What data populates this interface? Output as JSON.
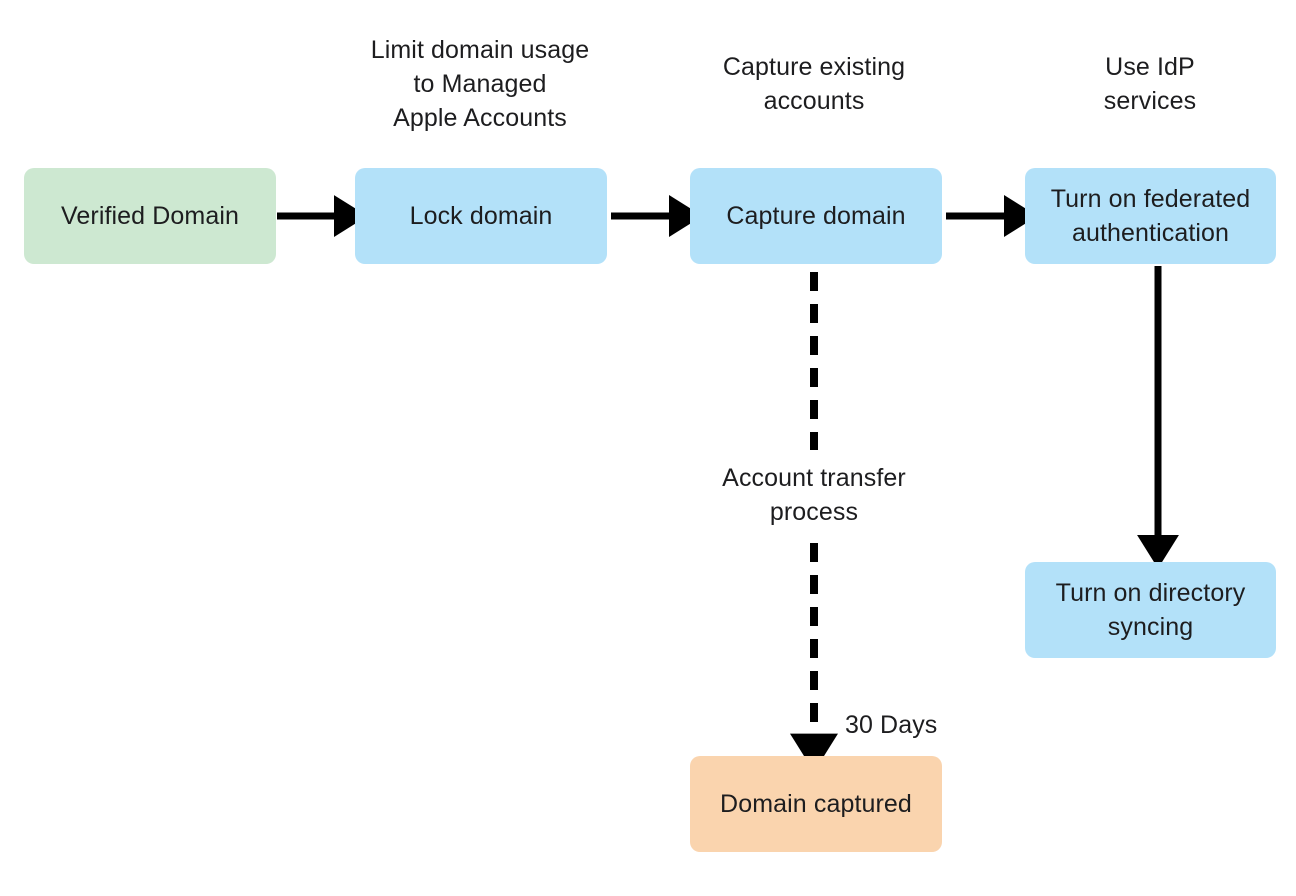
{
  "diagram": {
    "title": "Managed Apple Account domain capture workflow",
    "background": "#ffffff",
    "colors": {
      "green": "#cde8d1",
      "blue": "#b3e1f9",
      "orange": "#fad4ae",
      "text": "#1d1d1f",
      "stroke": "#000000"
    },
    "captions": [
      {
        "id": "caption-lock-domain",
        "text": "Limit domain usage\nto Managed\nApple Accounts"
      },
      {
        "id": "caption-capture-domain",
        "text": "Capture existing\naccounts"
      },
      {
        "id": "caption-federated-auth",
        "text": "Use IdP\nservices"
      }
    ],
    "nodes": [
      {
        "id": "verified-domain",
        "label": "Verified Domain",
        "fill": "#cde8d1"
      },
      {
        "id": "lock-domain",
        "label": "Lock domain",
        "fill": "#b3e1f9"
      },
      {
        "id": "capture-domain",
        "label": "Capture domain",
        "fill": "#b3e1f9"
      },
      {
        "id": "federated-authentication",
        "label": "Turn on federated\nauthentication",
        "fill": "#b3e1f9"
      },
      {
        "id": "directory-syncing",
        "label": "Turn on directory\nsyncing",
        "fill": "#b3e1f9"
      },
      {
        "id": "domain-captured",
        "label": "Domain captured",
        "fill": "#fad4ae"
      }
    ],
    "edge_labels": [
      {
        "id": "account-transfer-process",
        "text": "Account transfer\nprocess"
      },
      {
        "id": "thirty-days",
        "text": "30 Days"
      }
    ],
    "edges": [
      {
        "id": "verified-to-lock",
        "from": "verified-domain",
        "to": "lock-domain",
        "style": "solid"
      },
      {
        "id": "lock-to-capture",
        "from": "lock-domain",
        "to": "capture-domain",
        "style": "solid"
      },
      {
        "id": "capture-to-federated",
        "from": "capture-domain",
        "to": "federated-authentication",
        "style": "solid"
      },
      {
        "id": "federated-to-syncing",
        "from": "federated-authentication",
        "to": "directory-syncing",
        "style": "solid"
      },
      {
        "id": "capture-to-domain-captured",
        "from": "capture-domain",
        "to": "domain-captured",
        "style": "dashed",
        "label": "30 Days"
      }
    ]
  }
}
